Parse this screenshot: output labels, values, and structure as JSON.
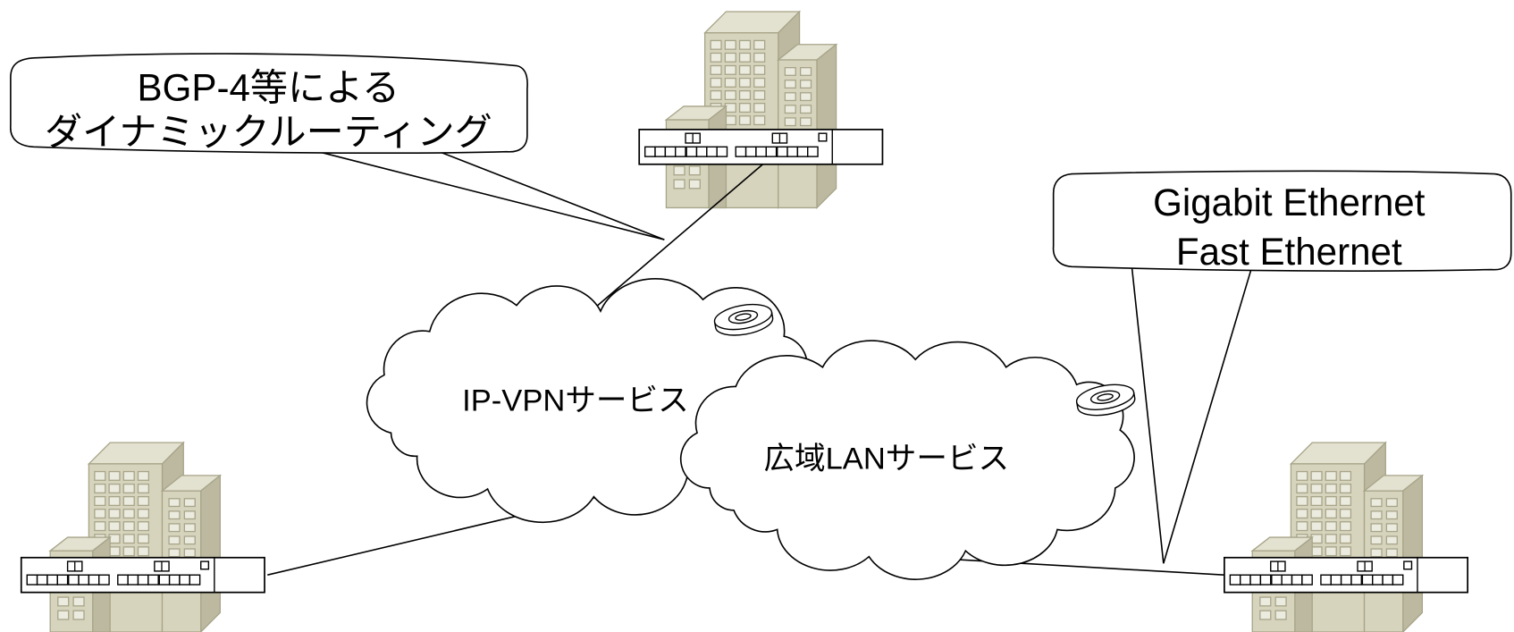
{
  "diagram": {
    "callout_routing": {
      "line1": "BGP-4等による",
      "line2": "ダイナミックルーティング"
    },
    "callout_interface": {
      "line1": "Gigabit Ethernet",
      "line2": "Fast Ethernet"
    },
    "cloud_ipvpn": {
      "label": "IP-VPNサービス"
    },
    "cloud_wide_lan": {
      "label": "広域LANサービス"
    }
  },
  "icons": {
    "site_building": "office-building-icon",
    "edge_router": "network-router-icon",
    "cloud_router": "router-icon"
  },
  "colors": {
    "building_front": "#d7d4bd",
    "building_side": "#bcb9a0",
    "building_top": "#e3e1cf",
    "building_edge": "#a6a488",
    "window_fill": "#ecebdf",
    "device_fill": "#ffffff",
    "line": "#000000"
  }
}
